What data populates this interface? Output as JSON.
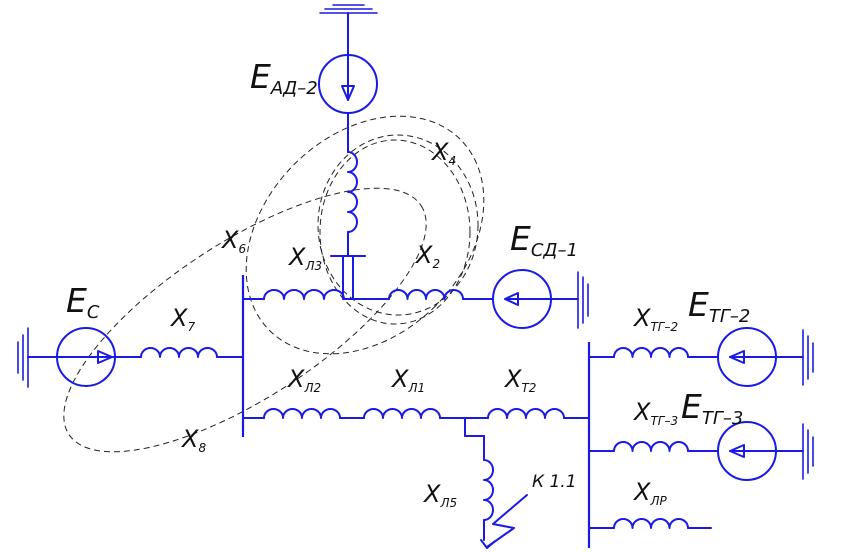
{
  "sources": {
    "ead2": {
      "main": "E",
      "sub": "АД–2"
    },
    "esd1": {
      "main": "E",
      "sub": "СД–1"
    },
    "es": {
      "main": "E",
      "sub": "С"
    },
    "etg2": {
      "main": "E",
      "sub": "ТГ–2"
    },
    "etg3": {
      "main": "E",
      "sub": "ТГ–3"
    }
  },
  "reactances": {
    "x4": {
      "main": "X",
      "sub": "4"
    },
    "x6": {
      "main": "X",
      "sub": "6"
    },
    "xl3": {
      "main": "X",
      "sub": "Л3"
    },
    "x2": {
      "main": "X",
      "sub": "2"
    },
    "x7": {
      "main": "X",
      "sub": "7"
    },
    "xl2": {
      "main": "X",
      "sub": "Л2"
    },
    "xl1": {
      "main": "X",
      "sub": "Л1"
    },
    "xt2": {
      "main": "X",
      "sub": "Т2"
    },
    "x8": {
      "main": "X",
      "sub": "8"
    },
    "xtg2": {
      "main": "X",
      "sub": "ТГ–2"
    },
    "xtg3": {
      "main": "X",
      "sub": "ТГ–3"
    },
    "xl5": {
      "main": "X",
      "sub": "Л5"
    },
    "xlr": {
      "main": "X",
      "sub": "ЛР"
    }
  },
  "fault": {
    "label": "К 1.1"
  }
}
